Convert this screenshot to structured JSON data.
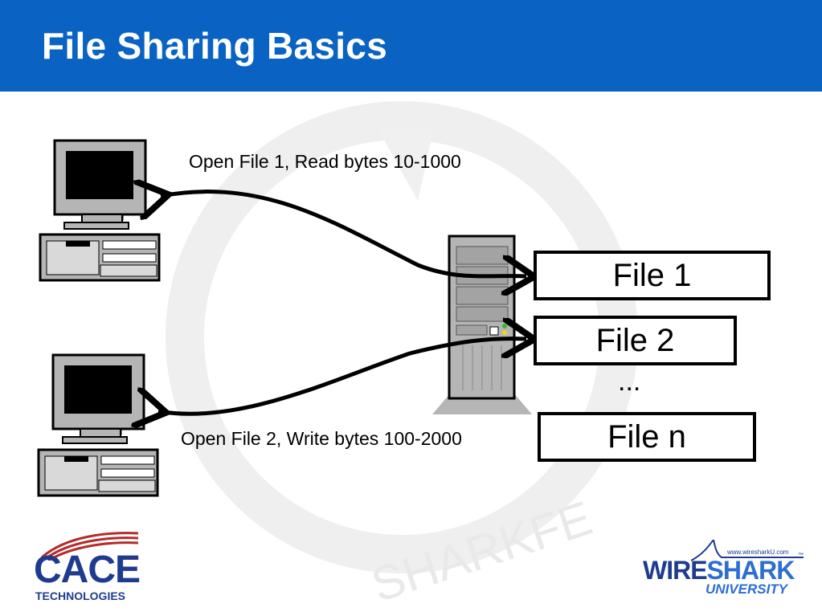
{
  "title": "File Sharing Basics",
  "colors": {
    "header_bg": "#0a63c2",
    "title_text": "#ffffff",
    "logo_blue": "#1f3b8f"
  },
  "labels": {
    "top_arrow": "Open File 1, Read bytes 10-1000",
    "bottom_arrow": "Open File 2, Write bytes 100-2000"
  },
  "files": [
    "File 1",
    "File 2",
    "...",
    "File n"
  ],
  "logos": {
    "cace_word": "CACE",
    "cace_sub": "TECHNOLOGIES",
    "wireshark_url": "www.wiresharkU.com",
    "wireshark_wire": "WIRE",
    "wireshark_shark": "SHARK",
    "wireshark_tm": "™",
    "wireshark_univ": "UNIVERSITY",
    "watermark": "SHARKFEST"
  },
  "icons": [
    "desktop-computer-icon",
    "desktop-computer-icon",
    "server-tower-icon"
  ]
}
